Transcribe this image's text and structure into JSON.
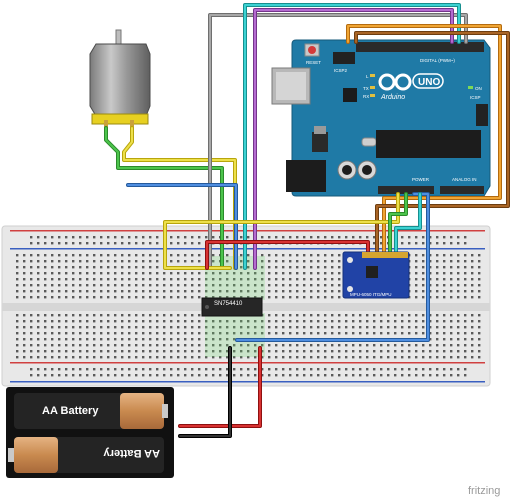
{
  "arduino": {
    "reset_label": "RESET",
    "icsp2_label": "ICSP2",
    "icsp_label": "ICSP",
    "brand": "Arduino",
    "model": "UNO",
    "tx_label": "TX",
    "rx_label": "RX",
    "l_label": "L",
    "on_label": "ON",
    "digital_label": "DIGITAL (PWM~)",
    "power_label": "POWER",
    "analog_label": "ANALOG IN"
  },
  "chip": {
    "label": "SN754410"
  },
  "sensor": {
    "label": "MPU-6050 ITG/MPU"
  },
  "batteries": [
    {
      "label": "AA Battery"
    },
    {
      "label": "AA Battery"
    }
  ],
  "footer": {
    "watermark": "fritzing"
  },
  "colors": {
    "board_blue": "#1f7aa6",
    "breadboard": "#e6e6e6",
    "wire_gray": "#8c8c8c",
    "wire_cyan": "#2bbcbc",
    "wire_purple": "#9b4fb3",
    "wire_orange": "#e8951d",
    "wire_brown": "#9b5a1e",
    "wire_yellow": "#e6d51b",
    "wire_green": "#3aa53a",
    "wire_red": "#c41d1d",
    "wire_blue": "#3b79c9",
    "wire_black": "#1a1a1a"
  }
}
